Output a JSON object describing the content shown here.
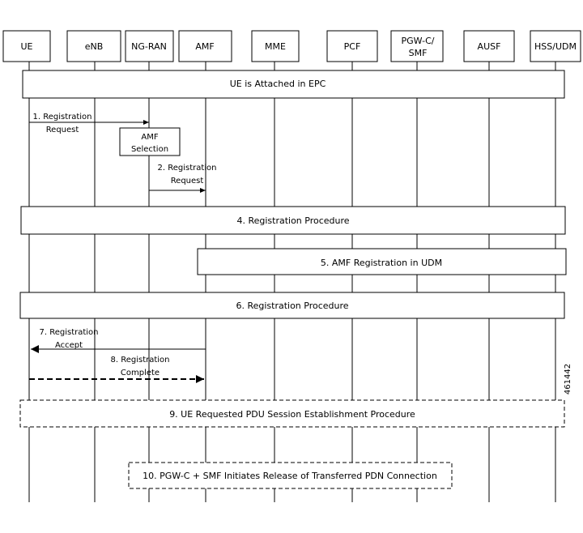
{
  "diagram": {
    "figure_id": "461442",
    "entities": [
      {
        "key": "ue",
        "lines": [
          "UE"
        ]
      },
      {
        "key": "enb",
        "lines": [
          "eNB"
        ]
      },
      {
        "key": "ngran",
        "lines": [
          "NG-RAN"
        ]
      },
      {
        "key": "amf",
        "lines": [
          "AMF"
        ]
      },
      {
        "key": "mme",
        "lines": [
          "MME"
        ]
      },
      {
        "key": "pcf",
        "lines": [
          "PCF"
        ]
      },
      {
        "key": "pgwc",
        "lines": [
          "PGW-C/",
          "SMF"
        ]
      },
      {
        "key": "ausf",
        "lines": [
          "AUSF"
        ]
      },
      {
        "key": "hss",
        "lines": [
          "HSS/UDM"
        ]
      }
    ],
    "span_boxes": [
      {
        "key": "attached",
        "label": "UE is Attached in EPC"
      },
      {
        "key": "reg-proc-4",
        "label": "4. Registration Procedure"
      },
      {
        "key": "amf-reg-5",
        "label": "5. AMF Registration in UDM"
      },
      {
        "key": "reg-proc-6",
        "label": "6. Registration Procedure"
      },
      {
        "key": "pdu-9",
        "label": "9. UE Requested PDU Session Establishment Procedure"
      },
      {
        "key": "release-10",
        "label": "10. PGW-C + SMF Initiates Release of Transferred PDN Connection"
      }
    ],
    "amf_selection": {
      "lines": [
        "AMF",
        "Selection"
      ]
    },
    "messages": [
      {
        "key": "msg1",
        "lines": [
          "1. Registration",
          "Request"
        ],
        "from": "UE",
        "to": "NG-RAN",
        "style": "solid"
      },
      {
        "key": "msg2",
        "lines": [
          "2. Registration",
          "Request"
        ],
        "from": "NG-RAN",
        "to": "AMF",
        "style": "solid"
      },
      {
        "key": "msg7",
        "lines": [
          "7. Registration",
          "Accept"
        ],
        "from": "AMF",
        "to": "UE",
        "style": "solid"
      },
      {
        "key": "msg8",
        "lines": [
          "8. Registration",
          "Complete"
        ],
        "from": "UE",
        "to": "AMF",
        "style": "dashed"
      }
    ]
  }
}
